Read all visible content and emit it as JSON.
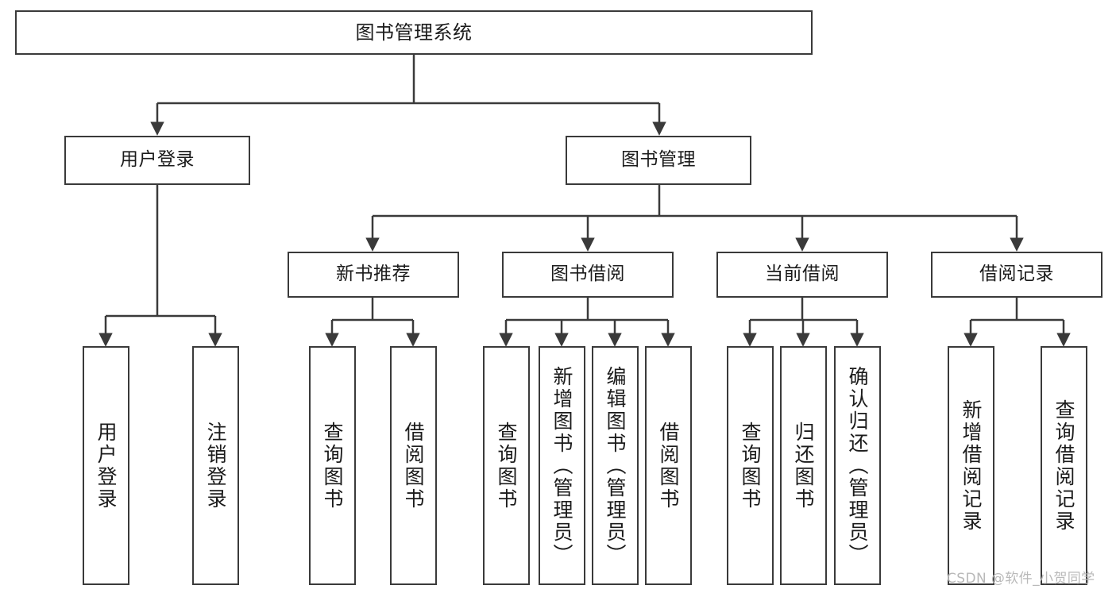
{
  "diagram": {
    "title": "图书管理系统",
    "type": "functional-structure-tree",
    "stroke_color": "#3a3a3a",
    "fill_color": "#ffffff",
    "text_color": "#1b1b1b"
  },
  "nodes": {
    "root": {
      "label": "图书管理系统"
    },
    "level2": [
      {
        "label": "用户登录"
      },
      {
        "label": "图书管理"
      }
    ],
    "level3": [
      {
        "label": "新书推荐"
      },
      {
        "label": "图书借阅"
      },
      {
        "label": "当前借阅"
      },
      {
        "label": "借阅记录"
      }
    ],
    "leaves": {
      "user_login": [
        {
          "label": "用户登录"
        },
        {
          "label": "注销登录"
        }
      ],
      "new_book_recommend": [
        {
          "label": "查询图书"
        },
        {
          "label": "借阅图书"
        }
      ],
      "book_borrow": [
        {
          "label": "查询图书"
        },
        {
          "label": "新增图书（管理员）"
        },
        {
          "label": "编辑图书（管理员）"
        },
        {
          "label": "借阅图书"
        }
      ],
      "current_borrow": [
        {
          "label": "查询图书"
        },
        {
          "label": "归还图书"
        },
        {
          "label": "确认归还（管理员）"
        }
      ],
      "borrow_record": [
        {
          "label": "新增借阅记录"
        },
        {
          "label": "查询借阅记录"
        }
      ]
    }
  },
  "watermark": {
    "text": "CSDN @软件_小贺同学"
  }
}
